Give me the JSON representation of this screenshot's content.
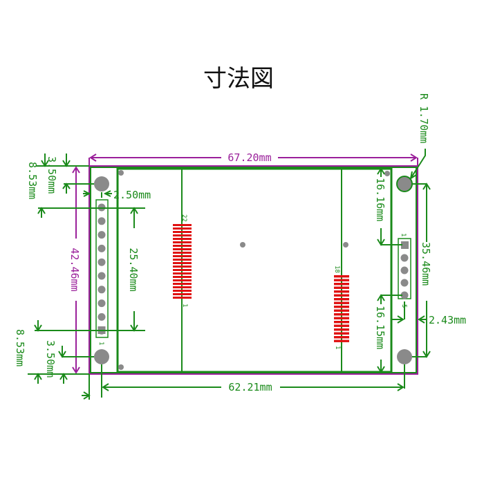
{
  "title": "寸法図",
  "dimensions": {
    "board_width": "67.20mm",
    "hole_spacing_horizontal": "62.21mm",
    "board_height": "42.46mm",
    "header_pitch_span": "25.40mm",
    "top_hole_offset": "3.50mm",
    "bottom_hole_offset": "3.50mm",
    "top_left_header_offset": "8.53mm",
    "bottom_left_header_offset": "8.53mm",
    "header_edge_offset": "2.50mm",
    "hole_radius": "R 1.70mm",
    "right_header_top": "16.16mm",
    "right_header_bottom": "16.15mm",
    "right_hole_spacing": "35.46mm",
    "right_header_edge": "2.43mm"
  },
  "pin_labels": {
    "left_fpc_top": "22",
    "left_fpc_bottom": "1",
    "right_fpc_top": "18",
    "right_fpc_bottom": "1",
    "left_header_pin1": "1",
    "right_header_pin1": "1",
    "right_header_last": "5"
  },
  "colors": {
    "outline": "#9a1f9a",
    "dimension": "#1a8a1a",
    "fpc": "#e01010"
  }
}
